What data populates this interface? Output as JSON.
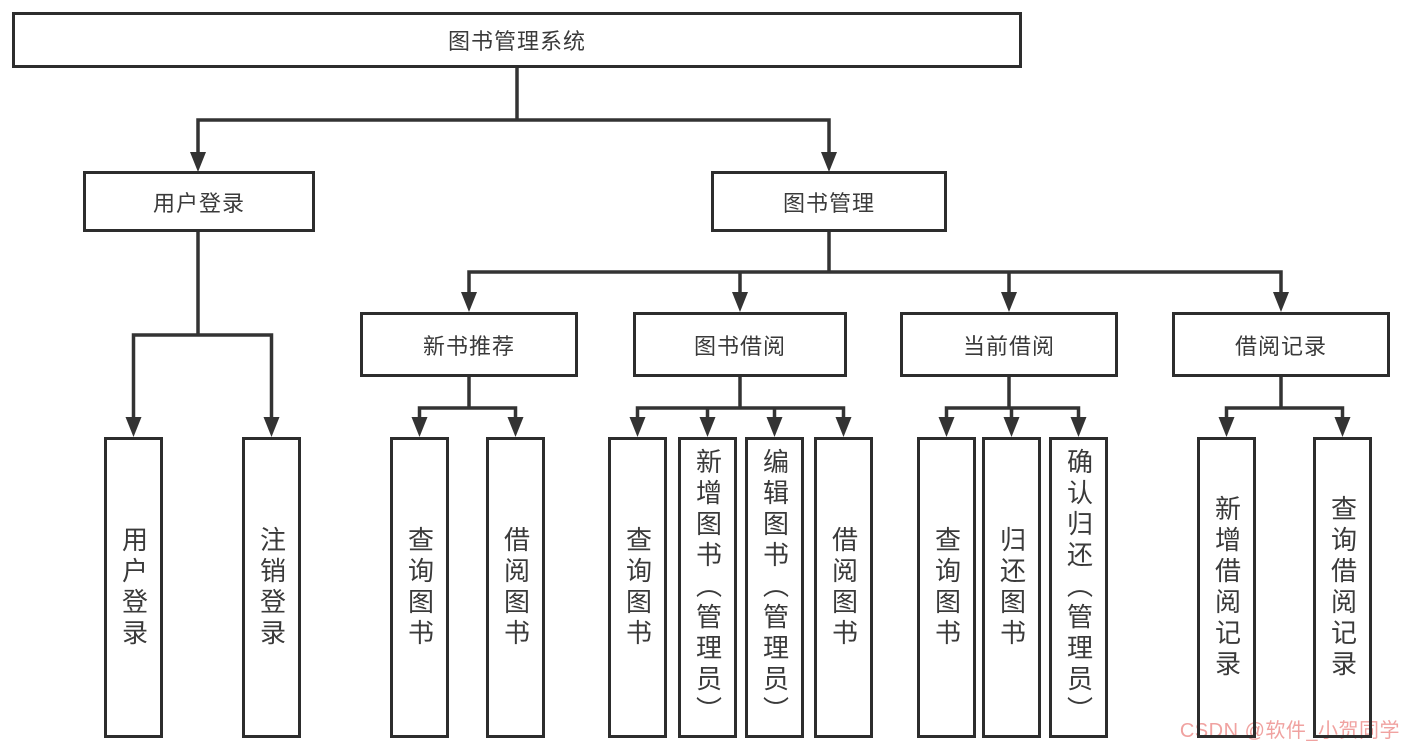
{
  "diagram": {
    "root": {
      "label": "图书管理系统"
    },
    "level2": [
      {
        "label": "用户登录"
      },
      {
        "label": "图书管理"
      }
    ],
    "level3": [
      {
        "label": "新书推荐"
      },
      {
        "label": "图书借阅"
      },
      {
        "label": "当前借阅"
      },
      {
        "label": "借阅记录"
      }
    ],
    "leaves": {
      "login": [
        "用户登录",
        "注销登录"
      ],
      "recommend": [
        "查询图书",
        "借阅图书"
      ],
      "borrow": [
        "查询图书",
        "新增图书（管理员）",
        "编辑图书（管理员）",
        "借阅图书"
      ],
      "current": [
        "查询图书",
        "归还图书",
        "确认归还（管理员）"
      ],
      "records": [
        "新增借阅记录",
        "查询借阅记录"
      ]
    }
  },
  "watermark": {
    "text": "CSDN @软件_小贺同学",
    "color": "#f0a2a0"
  },
  "colors": {
    "line": "#333333",
    "border": "#2d2d2d",
    "text": "#3a3a3a",
    "background": "#ffffff"
  }
}
